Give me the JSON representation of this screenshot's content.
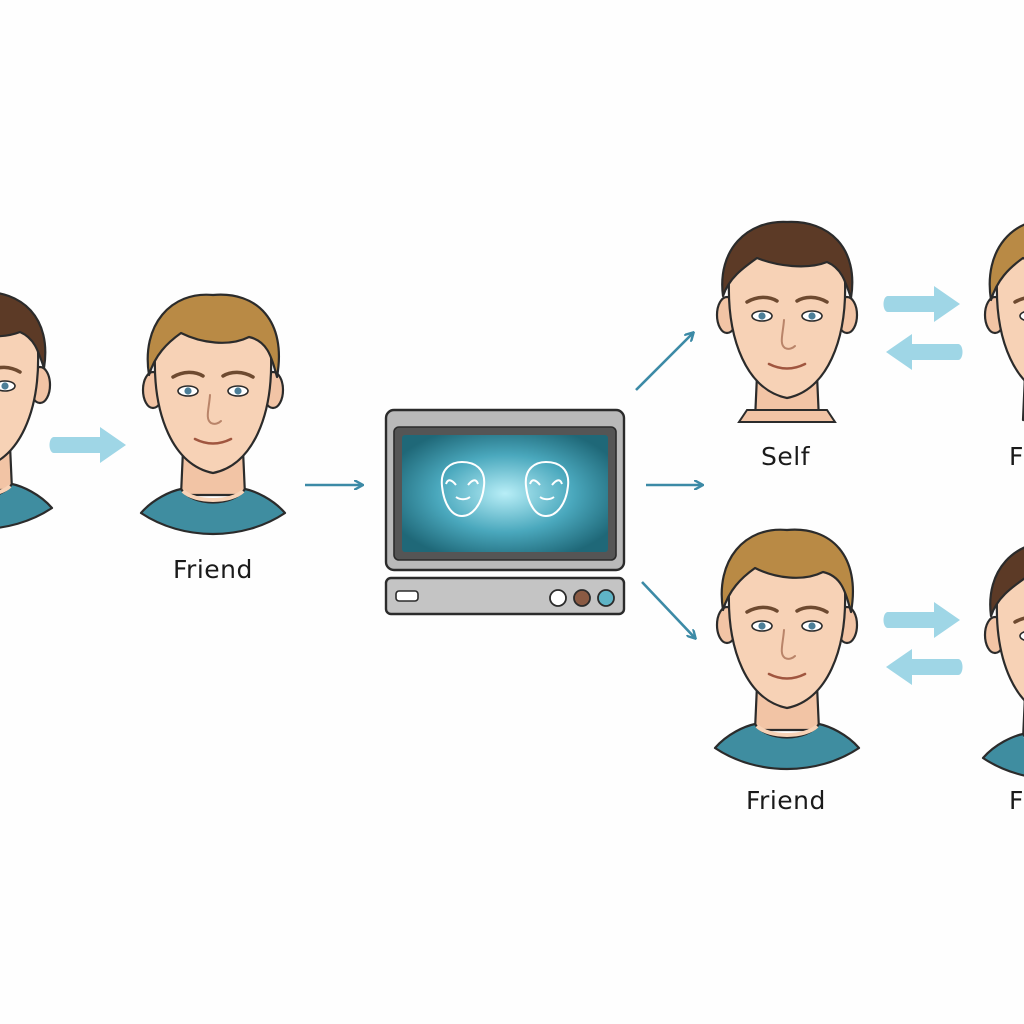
{
  "labels": {
    "friend_left": "Friend",
    "self_top": "Self",
    "friend_bottom": "Friend",
    "edge_top": "F",
    "edge_bottom": "F"
  },
  "icons": {
    "comparison_arrow": "double-arrow-icon",
    "flow_arrow": "arrow-right-icon",
    "device": "face-recognition-monitor-icon"
  },
  "colors": {
    "skin": "#f7d2b6",
    "hair_brown": "#5c3a26",
    "hair_blond": "#b98a45",
    "shirt": "#3f8da0",
    "arrow_light": "#9fd6e6",
    "arrow_dark": "#3c8aa6",
    "screen": "#4aa8bd",
    "monitor_frame": "#b7b7b7"
  }
}
